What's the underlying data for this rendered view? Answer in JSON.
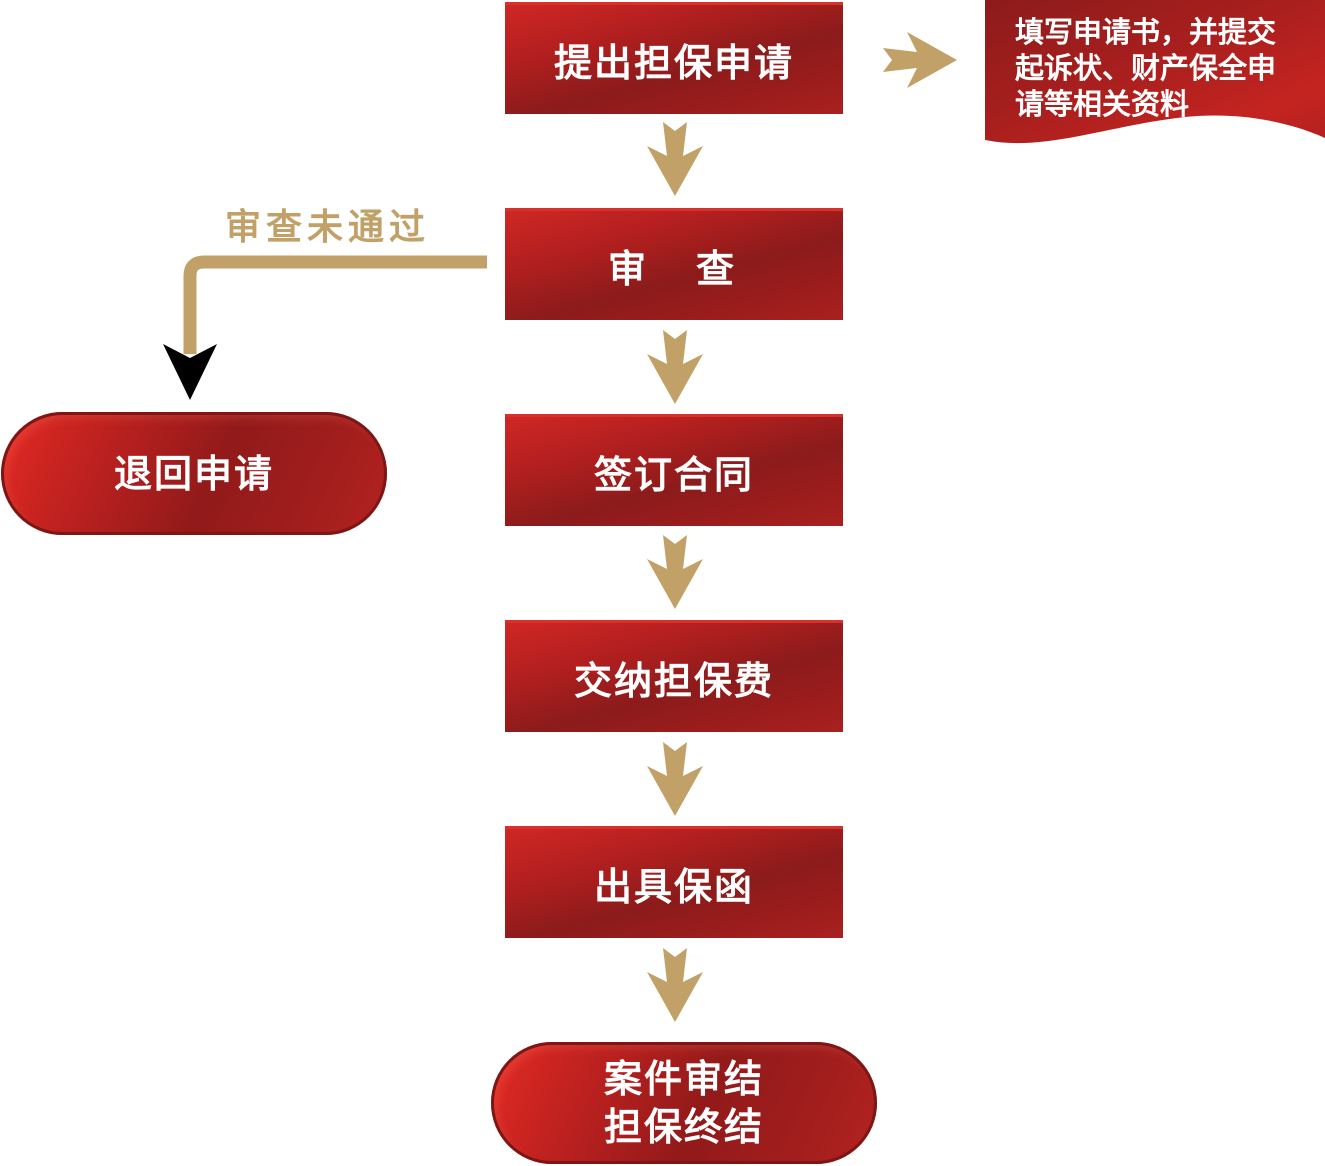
{
  "flow": {
    "steps": [
      {
        "label": "提出担保申请"
      },
      {
        "label": "审　查"
      },
      {
        "label": "签订合同"
      },
      {
        "label": "交纳担保费"
      },
      {
        "label": "出具保函"
      }
    ],
    "end": {
      "lines": [
        "案件审结",
        "担保终结"
      ]
    }
  },
  "note": {
    "lines": [
      "填写申请书，并提交",
      "起诉状、财产保全申",
      "请等相关资料"
    ]
  },
  "reject": {
    "condition_label": "审查未通过",
    "label": "退回申请"
  },
  "colors": {
    "bright_red": "#d9261f",
    "box_red": "#b3201f",
    "dark_red": "#8a1a1a",
    "gold": "#c1a167",
    "text": "#ffffff"
  }
}
